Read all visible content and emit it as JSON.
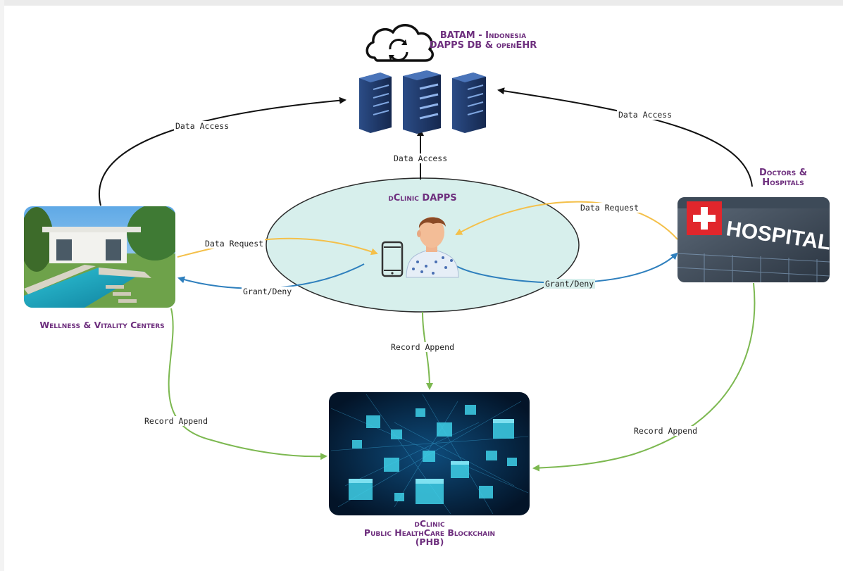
{
  "nodes": {
    "db": {
      "title_line1": "BATAM - Indonesia",
      "title_line2": "DAPPS DB & openEHR",
      "icon": "cloud-sync-icon"
    },
    "dapps": {
      "title": "dClinic DAPPS"
    },
    "wellness": {
      "title": "Wellness & Vitality Centers"
    },
    "hospitals": {
      "title_line1": "Doctors &",
      "title_line2": "Hospitals",
      "sign_text": "HOSPITAL"
    },
    "blockchain": {
      "title_line1": "dClinic",
      "title_line2": "Public HealthCare Blockchain",
      "title_line3": "(PHB)"
    }
  },
  "edges": {
    "wellness_db": "Data Access",
    "hospital_db": "Data Access",
    "dapps_db": "Data Access",
    "wellness_request": "Data Request",
    "hospital_request": "Data Request",
    "grant_wellness": "Grant/Deny",
    "grant_hospital": "Grant/Deny",
    "dapps_append": "Record Append",
    "wellness_append": "Record Append",
    "hospital_append": "Record Append"
  },
  "colors": {
    "title": "#6e2f7e",
    "data_access": "#111111",
    "data_request": "#f4c04a",
    "grant_deny": "#2e7fbd",
    "record_append": "#7cb850",
    "ellipse_fill": "#d7efec"
  }
}
